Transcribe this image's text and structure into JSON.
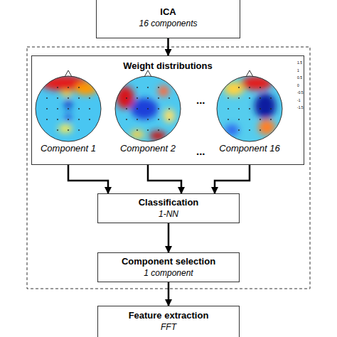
{
  "diagram": {
    "nodes": [
      {
        "text": [
          "ICA",
          "16 components"
        ]
      },
      {
        "text": [
          "Weight distributions"
        ]
      },
      {
        "text": [
          "Component 1"
        ],
        "in": 1
      },
      {
        "text": [
          "Component 2"
        ],
        "in": 1
      },
      {
        "text": [
          "Component 16"
        ],
        "in": 1
      },
      {
        "text": [
          "Classification",
          "1-NN"
        ]
      },
      {
        "text": [
          "Component selection",
          "1 component"
        ]
      },
      {
        "text": [
          "Feature extraction",
          "FFT"
        ]
      }
    ],
    "edges": [
      {
        "from": 0,
        "to": 1,
        "arrow": "to"
      },
      {
        "from": 2,
        "to": 5,
        "arrow": "to"
      },
      {
        "from": 3,
        "to": 5,
        "arrow": "to"
      },
      {
        "from": 4,
        "to": 5,
        "arrow": "to"
      },
      {
        "from": 5,
        "to": 6,
        "arrow": "to"
      },
      {
        "from": 6,
        "to": 7,
        "arrow": "to"
      }
    ],
    "labels": [
      "...",
      "...",
      "1.5",
      "1",
      "0.5",
      "0",
      "-0.5",
      "-1",
      "-1.5"
    ]
  }
}
